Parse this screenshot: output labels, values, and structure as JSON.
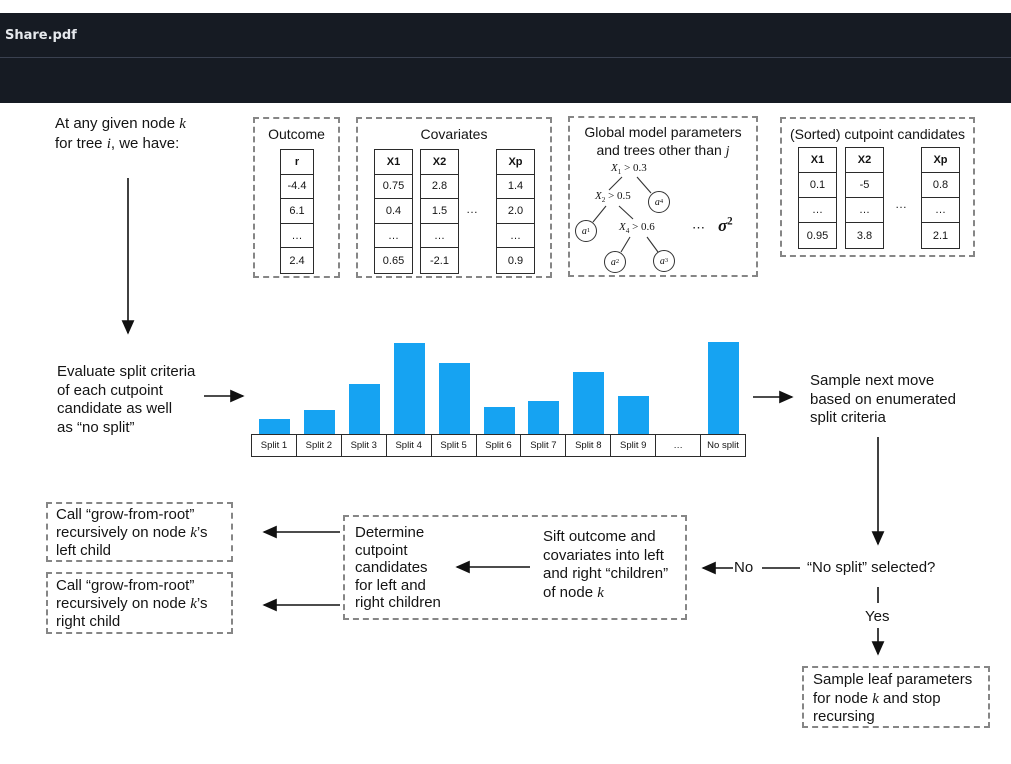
{
  "window": {
    "title": "Share.pdf"
  },
  "colors": {
    "header_bg": "#161b23",
    "header_divider": "#3a4150",
    "bar_blue": "#16a3f2",
    "dash_border": "#868686"
  },
  "intro": [
    [
      {
        "t": "At any given node "
      },
      {
        "t": "k",
        "i": true
      }
    ],
    [
      {
        "t": "for tree "
      },
      {
        "t": "i",
        "i": true
      },
      {
        "t": ", we have:"
      }
    ]
  ],
  "boxes": {
    "outcome": {
      "title": "Outcome",
      "table": {
        "header": "r",
        "cells": [
          "-4.4",
          "6.1",
          "…",
          "2.4"
        ]
      }
    },
    "covariates": {
      "title": "Covariates",
      "ellipsis": "…",
      "tables": [
        {
          "header": "X1",
          "cells": [
            "0.75",
            "0.4",
            "…",
            "0.65"
          ]
        },
        {
          "header": "X2",
          "cells": [
            "2.8",
            "1.5",
            "…",
            "-2.1"
          ]
        },
        {
          "header": "Xp",
          "cells": [
            "1.4",
            "2.0",
            "…",
            "0.9"
          ]
        }
      ]
    },
    "global": {
      "title_l1": [
        [
          {
            "t": "Global model parameters"
          }
        ]
      ],
      "title_l2": [
        [
          {
            "t": "and trees other than "
          },
          {
            "t": "j",
            "i": true
          }
        ]
      ],
      "tree": {
        "n1": [
          {
            "t": "X",
            "i": true
          },
          {
            "t": "1",
            "sub": true
          },
          {
            "t": " > 0.3"
          }
        ],
        "n2": [
          {
            "t": "X",
            "i": true
          },
          {
            "t": "2",
            "sub": true
          },
          {
            "t": " > 0.5"
          }
        ],
        "n3": [
          {
            "t": "X",
            "i": true
          },
          {
            "t": "4",
            "sub": true
          },
          {
            "t": " > 0.6"
          }
        ],
        "a1": [
          {
            "t": "a",
            "i": true
          },
          {
            "t": "1",
            "sub": true
          }
        ],
        "a2": [
          {
            "t": "a",
            "i": true
          },
          {
            "t": "2",
            "sub": true
          }
        ],
        "a3": [
          {
            "t": "a",
            "i": true
          },
          {
            "t": "3",
            "sub": true
          }
        ],
        "a4": [
          {
            "t": "a",
            "i": true
          },
          {
            "t": "4",
            "sub": true
          }
        ]
      },
      "ellipsis": "⋯",
      "sigma": [
        {
          "t": "σ",
          "i": true
        },
        {
          "t": "2",
          "sup": true
        }
      ]
    },
    "cutpoints": {
      "title": "(Sorted) cutpoint candidates",
      "ellipsis": "…",
      "tables": [
        {
          "header": "X1",
          "cells": [
            "0.1",
            "…",
            "0.95"
          ]
        },
        {
          "header": "X2",
          "cells": [
            "-5",
            "…",
            "3.8"
          ]
        },
        {
          "header": "Xp",
          "cells": [
            "0.8",
            "…",
            "2.1"
          ]
        }
      ]
    }
  },
  "chart_data": {
    "type": "bar",
    "title": "",
    "xlabel": "",
    "ylabel": "",
    "categories": [
      "Split 1",
      "Split 2",
      "Split 3",
      "Split 4",
      "Split 5",
      "Split 6",
      "Split 7",
      "Split 8",
      "Split 9",
      "…",
      "No split"
    ],
    "values": [
      16,
      25,
      51,
      92,
      72,
      28,
      34,
      63,
      39,
      0,
      93
    ],
    "value_note": "relative bar heights in px; probability axis unlabeled in source",
    "bar_color": "#16a3f2",
    "grid": false,
    "legend": false
  },
  "labels": {
    "evaluate": [
      [
        {
          "t": "Evaluate split criteria"
        }
      ],
      [
        {
          "t": "of each cutpoint"
        }
      ],
      [
        {
          "t": "candidate as well"
        }
      ],
      [
        {
          "t": "as “no split”"
        }
      ]
    ],
    "sample_next": [
      [
        {
          "t": "Sample next move"
        }
      ],
      [
        {
          "t": "based on enumerated"
        }
      ],
      [
        {
          "t": "split criteria"
        }
      ]
    ],
    "question": "“No split” selected?",
    "no": "No",
    "yes": "Yes",
    "leaf_box": [
      [
        {
          "t": "Sample leaf parameters"
        }
      ],
      [
        {
          "t": "for node "
        },
        {
          "t": "k",
          "i": true
        },
        {
          "t": " and stop"
        }
      ],
      [
        {
          "t": "recursing"
        }
      ]
    ],
    "determine": [
      [
        {
          "t": "Determine"
        }
      ],
      [
        {
          "t": "cutpoint"
        }
      ],
      [
        {
          "t": "candidates"
        }
      ],
      [
        {
          "t": "for left and"
        }
      ],
      [
        {
          "t": "right children"
        }
      ]
    ],
    "sift": [
      [
        {
          "t": "Sift outcome and"
        }
      ],
      [
        {
          "t": "covariates into left"
        }
      ],
      [
        {
          "t": "and right “children”"
        }
      ],
      [
        {
          "t": "of node "
        },
        {
          "t": "k",
          "i": true
        }
      ]
    ],
    "call_left": [
      [
        {
          "t": "Call “grow-from-root”"
        }
      ],
      [
        {
          "t": "recursively on node "
        },
        {
          "t": "k",
          "i": true
        },
        {
          "t": "’s"
        }
      ],
      [
        {
          "t": "left child"
        }
      ]
    ],
    "call_right": [
      [
        {
          "t": "Call “grow-from-root”"
        }
      ],
      [
        {
          "t": "recursively on node "
        },
        {
          "t": "k",
          "i": true
        },
        {
          "t": "’s"
        }
      ],
      [
        {
          "t": "right child"
        }
      ]
    ]
  }
}
